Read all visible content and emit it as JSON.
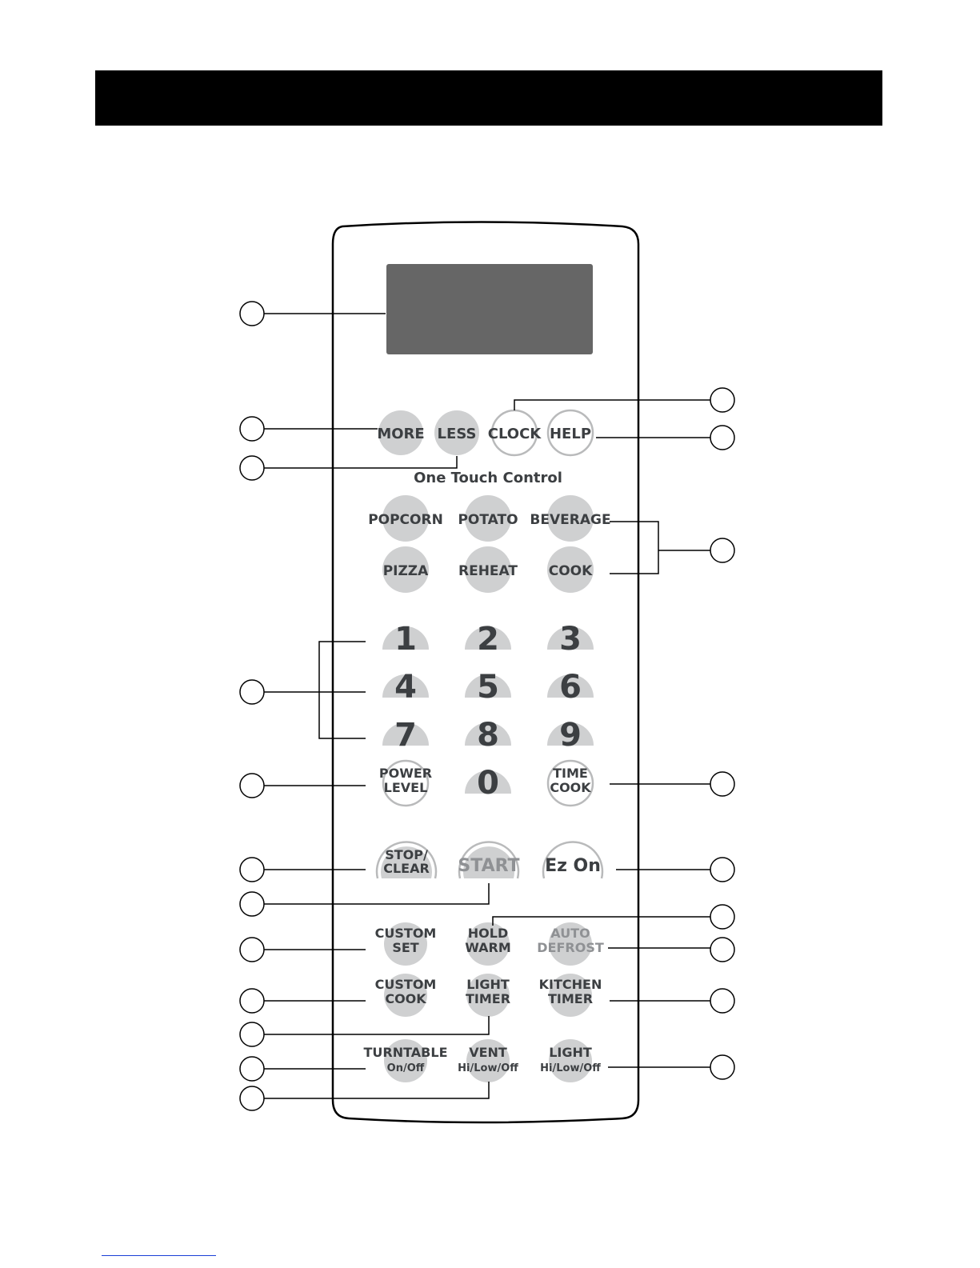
{
  "panel": {
    "section_label": "One Touch Control",
    "top_row": [
      "MORE",
      "LESS",
      "CLOCK",
      "HELP"
    ],
    "one_touch": [
      "POPCORN",
      "POTATO",
      "BEVERAGE",
      "PIZZA",
      "REHEAT",
      "COOK"
    ],
    "keypad": [
      "1",
      "2",
      "3",
      "4",
      "5",
      "6",
      "7",
      "8",
      "9",
      "0"
    ],
    "power_level": [
      "POWER",
      "LEVEL"
    ],
    "time_cook": [
      "TIME",
      "COOK"
    ],
    "stop_clear": [
      "STOP/",
      "CLEAR"
    ],
    "start": "START",
    "ez_on": "Ez On",
    "custom_set": [
      "CUSTOM",
      "SET"
    ],
    "hold_warm": [
      "HOLD",
      "WARM"
    ],
    "auto_defrost": [
      "AUTO",
      "DEFROST"
    ],
    "custom_cook": [
      "CUSTOM",
      "COOK"
    ],
    "light_timer": [
      "LIGHT",
      "TIMER"
    ],
    "kitchen_timer": [
      "KITCHEN",
      "TIMER"
    ],
    "turntable": [
      "TURNTABLE",
      "On/Off"
    ],
    "vent": [
      "VENT",
      "Hi/Low/Off"
    ],
    "light": [
      "LIGHT",
      "Hi/Low/Off"
    ]
  },
  "colors": {
    "button_fill": "#cfd0d1",
    "display": "#666666",
    "label": "#3c3f42",
    "dim_label": "#8f9194"
  }
}
